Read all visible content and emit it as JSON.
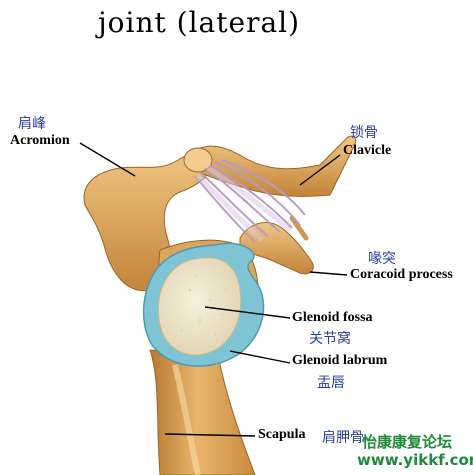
{
  "title": "joint (lateral)",
  "labels": {
    "acromion": {
      "zh": "肩峰",
      "en": "Acromion"
    },
    "clavicle": {
      "zh": "锁骨",
      "en": "Clavicle"
    },
    "coracoid": {
      "zh": "喙突",
      "en": "Coracoid process"
    },
    "glenoid_fossa": {
      "zh": "关节窝",
      "en": "Glenoid fossa"
    },
    "glenoid_labrum": {
      "zh": "盂唇",
      "en": "Glenoid labrum"
    },
    "scapula": {
      "zh": "肩胛骨",
      "en": "Scapula"
    }
  },
  "watermark": {
    "name": "怡康康复论坛",
    "url": "www.yikkf.com"
  },
  "colors": {
    "bone": "#d9a25a",
    "bone_light": "#f1cf94",
    "labrum": "#7fc4d4",
    "fossa": "#f1e7cf",
    "ligament": "#c6b2d6",
    "chinese_text": "#2a3f9c",
    "watermark": "#1f8a3a"
  }
}
